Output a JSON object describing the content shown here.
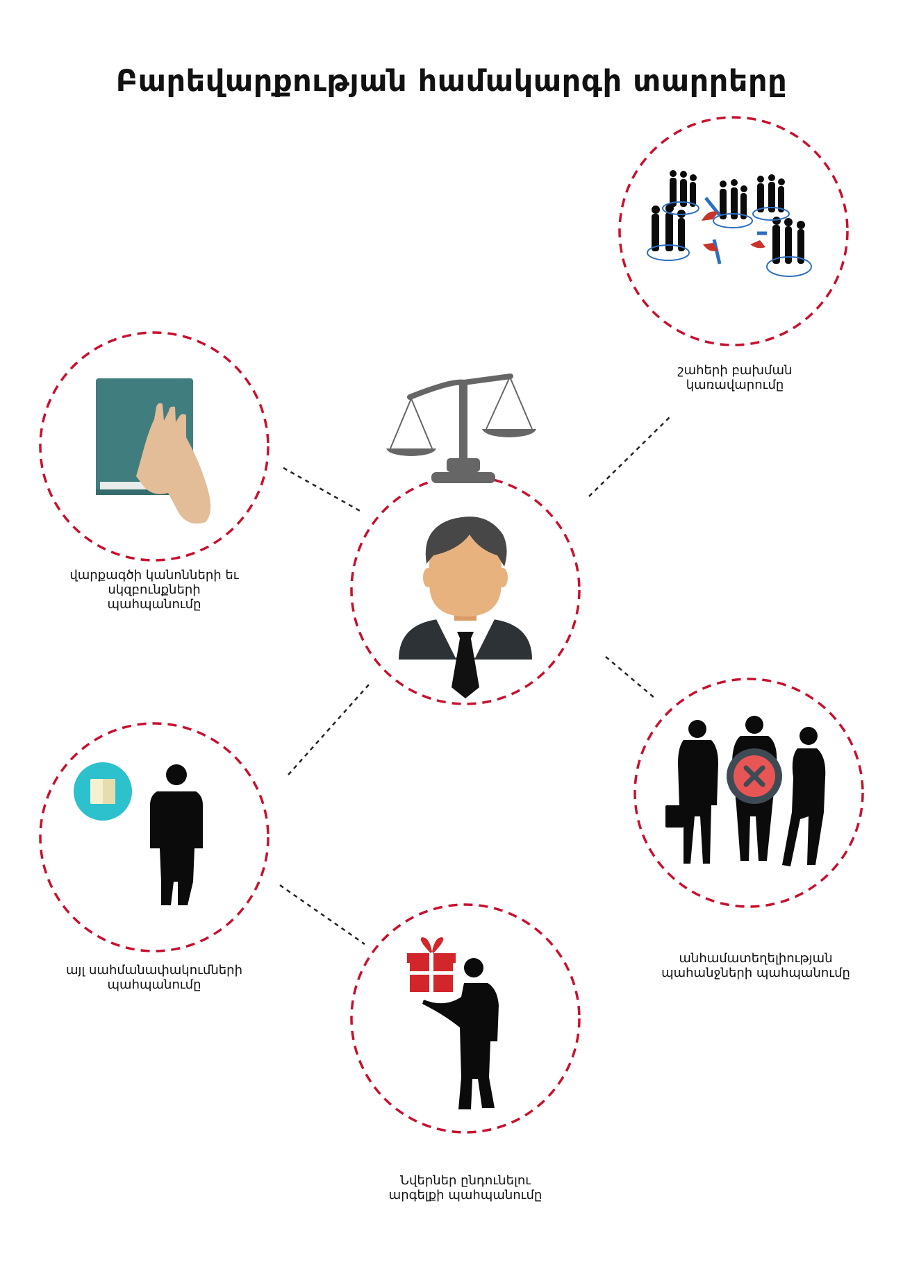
{
  "title": "Բարեվարքության համակարգի տարրերը",
  "colors": {
    "ring": "#c8102e",
    "connector": "#222222",
    "book": "#3f7d7f",
    "hand": "#e2bd97",
    "face": "#e8b27f",
    "hair": "#474747",
    "suit": "#2d3236",
    "tie": "#111111",
    "gift": "#d3262b",
    "xmark": "#e85555",
    "badge": "#3e4a54",
    "note_bubble": "#2cc1cc",
    "scale": "#666666",
    "silhouette": "#0b0b0b"
  },
  "nodes": {
    "center": {
      "name": "official",
      "icon": "manager-avatar-icon"
    },
    "top_right": {
      "label_lines": [
        "շահերի բախման",
        "կառավարումը"
      ],
      "icon": "people-network-icon"
    },
    "left": {
      "label_lines": [
        "վարքագծի կանոնների եւ",
        "սկզբունքների",
        "պահպանումը"
      ],
      "icon": "book-with-hand-icon"
    },
    "bottom_left": {
      "label_lines": [
        "այլ սահմանափակումների",
        "պահպանումը"
      ],
      "icon": "businessman-note-icon"
    },
    "bottom": {
      "label_lines": [
        "Նվերներ ընդունելու",
        "արգելքի պահպանումը"
      ],
      "icon": "gift-offering-icon"
    },
    "right": {
      "label_lines": [
        "անհամատեղելիության",
        "պահանջների պահպանումը"
      ],
      "icon": "group-forbidden-icon"
    }
  },
  "decor": {
    "scale_icon": "balance-scale-icon"
  }
}
